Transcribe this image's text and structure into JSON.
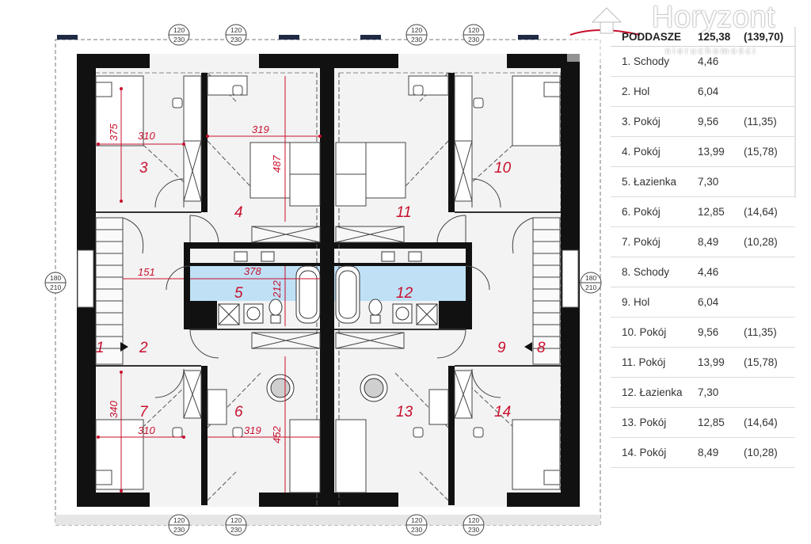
{
  "rooms": [
    {
      "n": "1"
    },
    {
      "n": "2"
    },
    {
      "n": "3"
    },
    {
      "n": "4"
    },
    {
      "n": "5"
    },
    {
      "n": "6"
    },
    {
      "n": "7"
    },
    {
      "n": "8"
    },
    {
      "n": "9"
    },
    {
      "n": "10"
    },
    {
      "n": "11"
    },
    {
      "n": "12"
    },
    {
      "n": "13"
    },
    {
      "n": "14"
    }
  ],
  "dimensions": {
    "d375": "375",
    "d310a": "310",
    "d319a": "319",
    "d487": "487",
    "d151": "151",
    "d378": "378",
    "d212": "212",
    "d340": "340",
    "d310b": "310",
    "d319b": "319",
    "d452": "452"
  },
  "window_marks": {
    "top": "120",
    "bottom": "230",
    "side_top": "180",
    "side_bottom": "210"
  },
  "table": {
    "header": {
      "name": "PODDASZE",
      "area": "125,38",
      "area_total": "(139,70)"
    },
    "rows": [
      {
        "name": "1. Schody",
        "area": "4,46",
        "total": ""
      },
      {
        "name": "2. Hol",
        "area": "6,04",
        "total": ""
      },
      {
        "name": "3. Pokój",
        "area": "9,56",
        "total": "(11,35)"
      },
      {
        "name": "4. Pokój",
        "area": "13,99",
        "total": "(15,78)"
      },
      {
        "name": "5. Łazienka",
        "area": "7,30",
        "total": ""
      },
      {
        "name": "6. Pokój",
        "area": "12,85",
        "total": "(14,64)"
      },
      {
        "name": "7. Pokój",
        "area": "8,49",
        "total": "(10,28)"
      },
      {
        "name": "8. Schody",
        "area": "4,46",
        "total": ""
      },
      {
        "name": "9. Hol",
        "area": "6,04",
        "total": ""
      },
      {
        "name": "10. Pokój",
        "area": "9,56",
        "total": "(11,35)"
      },
      {
        "name": "11. Pokój",
        "area": "13,99",
        "total": "(15,78)"
      },
      {
        "name": "12. Łazienka",
        "area": "7,30",
        "total": ""
      },
      {
        "name": "13. Pokój",
        "area": "12,85",
        "total": "(14,64)"
      },
      {
        "name": "14. Pokój",
        "area": "8,49",
        "total": "(10,28)"
      }
    ]
  },
  "logo": {
    "name": "Horyzont",
    "sub": "nieruchomości"
  },
  "colors": {
    "wall": "#111111",
    "bath": "#bfe0f5",
    "dim": "#c8102e",
    "floor": "#f4f4f4"
  }
}
